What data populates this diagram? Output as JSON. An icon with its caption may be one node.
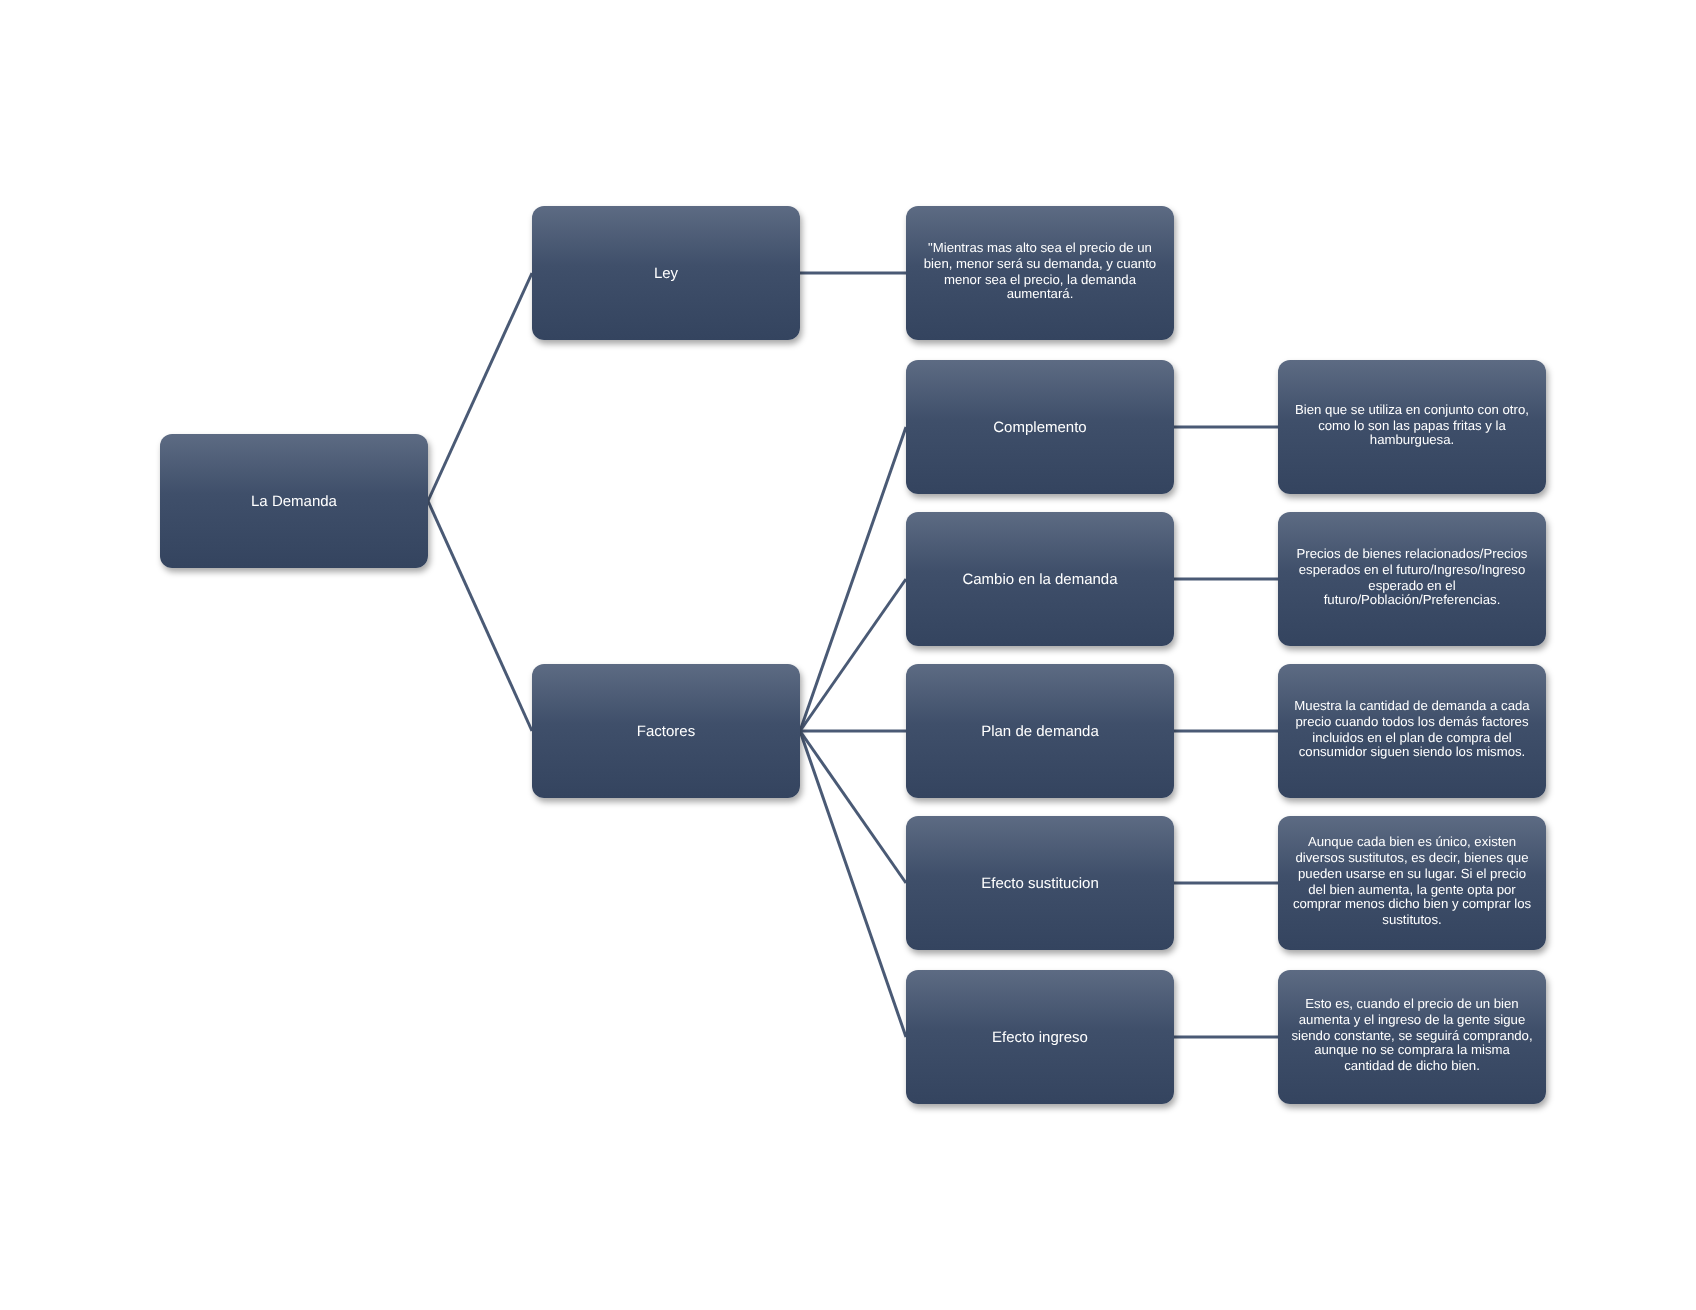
{
  "diagram": {
    "nodes": [
      {
        "text": [
          "La Demanda"
        ]
      },
      {
        "text": [
          "Ley"
        ]
      },
      {
        "text": [
          "\"Mientras mas alto sea el precio de un bien, menor será su demanda, y cuanto menor sea el precio, la demanda aumentará."
        ]
      },
      {
        "text": [
          "Factores"
        ]
      },
      {
        "text": [
          "Complemento"
        ]
      },
      {
        "text": [
          "Bien que se utiliza en conjunto con otro, como lo son las papas fritas y la hamburguesa."
        ]
      },
      {
        "text": [
          "Cambio en la demanda"
        ]
      },
      {
        "text": [
          "Precios de bienes relacionados/Precios esperados en el futuro/Ingreso/Ingreso esperado en el futuro/Población/Preferencias."
        ]
      },
      {
        "text": [
          "Plan de demanda"
        ]
      },
      {
        "text": [
          "Muestra la cantidad de demanda a cada precio cuando todos los demás factores incluidos en el plan de compra del consumidor siguen siendo los mismos."
        ]
      },
      {
        "text": [
          "Efecto sustitucion"
        ]
      },
      {
        "text": [
          "Aunque cada bien es único, existen diversos sustitutos, es decir, bienes que pueden usarse en su lugar. Si el precio del bien aumenta, la gente opta por comprar menos dicho bien y comprar los sustitutos."
        ]
      },
      {
        "text": [
          "Efecto ingreso"
        ]
      },
      {
        "text": [
          "Esto es, cuando el precio de un bien aumenta y el ingreso de la gente sigue siendo constante, se seguirá comprando, aunque no se comprara la misma cantidad de dicho bien."
        ]
      }
    ],
    "edges": [
      {
        "from": 0,
        "to": 1,
        "arrow": "none"
      },
      {
        "from": 0,
        "to": 3,
        "arrow": "none"
      },
      {
        "from": 1,
        "to": 2,
        "arrow": "none"
      },
      {
        "from": 3,
        "to": 4,
        "arrow": "none"
      },
      {
        "from": 3,
        "to": 6,
        "arrow": "none"
      },
      {
        "from": 3,
        "to": 8,
        "arrow": "none"
      },
      {
        "from": 3,
        "to": 10,
        "arrow": "none"
      },
      {
        "from": 3,
        "to": 12,
        "arrow": "none"
      },
      {
        "from": 4,
        "to": 5,
        "arrow": "none"
      },
      {
        "from": 6,
        "to": 7,
        "arrow": "none"
      },
      {
        "from": 8,
        "to": 9,
        "arrow": "none"
      },
      {
        "from": 10,
        "to": 11,
        "arrow": "none"
      },
      {
        "from": 12,
        "to": 13,
        "arrow": "none"
      }
    ]
  }
}
